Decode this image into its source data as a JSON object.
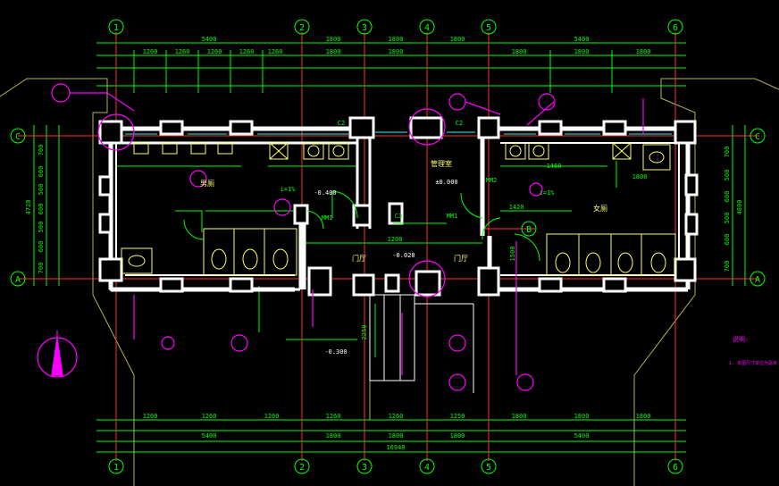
{
  "grid_top": [
    "1",
    "2",
    "3",
    "4",
    "5",
    "6"
  ],
  "grid_bottom": [
    "1",
    "2",
    "3",
    "4",
    "5",
    "6"
  ],
  "grid_side": {
    "left_c": "C",
    "left_a": "A",
    "right_c": "C",
    "right_a": "A",
    "inner_b": "B"
  },
  "dims_top_row1": {
    "a": "5400",
    "b": "1800",
    "c": "1800",
    "d": "1800",
    "e": "5400"
  },
  "dims_top_row2": [
    "1260",
    "1260",
    "1260",
    "1260",
    "1260",
    "1800",
    "1800",
    "1800",
    "1800",
    "1800"
  ],
  "dims_bottom_row1": [
    "1260",
    "1260",
    "1260",
    "1260",
    "1260",
    "1250",
    "1800",
    "1800",
    "1800"
  ],
  "dims_bottom_row2": {
    "a": "5400",
    "b": "1800",
    "c": "1800",
    "d": "1800",
    "e": "5400"
  },
  "dims_bottom_total": "16940",
  "dims_left": {
    "total": "4720",
    "s1": "700",
    "s2": "600",
    "s3": "500",
    "s4": "600",
    "s5": "500",
    "s6": "600",
    "s7": "700"
  },
  "dims_right": {
    "total": "4800",
    "s1": "700",
    "s2": "500",
    "s3": "600",
    "s4": "500",
    "s5": "600",
    "s6": "700"
  },
  "room_labels": {
    "mens": "男厕",
    "womens": "女厕",
    "mgmt": "管理室",
    "entry_l": "门厅",
    "entry_r": "门厅"
  },
  "annotations": {
    "elev_1": "±0.000",
    "elev_2": "-0.400",
    "elev_3": "-0.020",
    "elev_4": "-0.300",
    "note_title": "说明:",
    "note_body": "1. 本图尺寸单位为毫米",
    "mm1": "MM1",
    "mm1b": "MM1",
    "mm2": "MM2",
    "c2a": "C2",
    "c2b": "C2",
    "c3": "C3",
    "slope1": "i=1%",
    "slope2": "i=1%",
    "stair": "2250",
    "dim_1420": "1420",
    "dim_1460": "1460",
    "dim_1800": "1800",
    "dim_1500": "1500",
    "dim_1200": "1200"
  },
  "colors": {
    "wall": "#ffffff",
    "dim": "#00ff00",
    "axis": "#ff3030",
    "tag": "#ff00ff",
    "fixture": "#ffff66",
    "cyan": "#00ffff"
  }
}
